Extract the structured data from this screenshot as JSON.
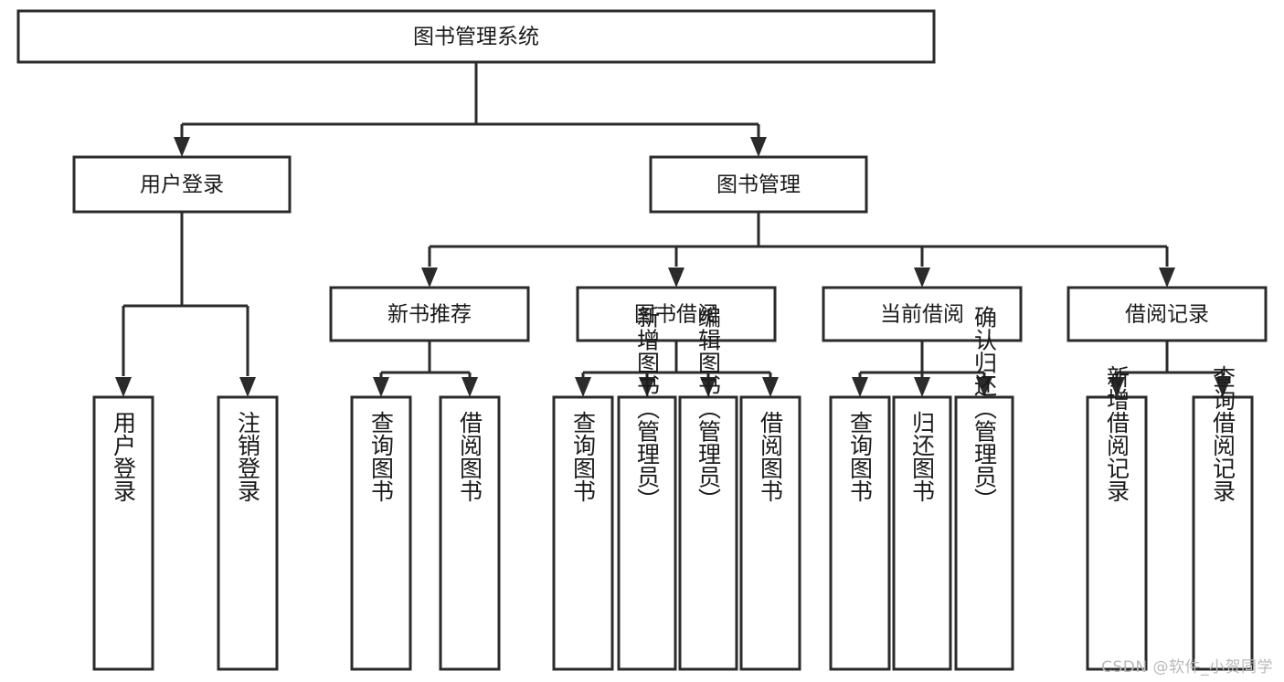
{
  "diagram": {
    "type": "tree-hierarchy",
    "title": "图书管理系统",
    "watermark": "CSDN @软件_小贺同学",
    "levels": {
      "root": {
        "label": "图书管理系统"
      },
      "level1": [
        {
          "id": "user-login",
          "label": "用户登录"
        },
        {
          "id": "book-management",
          "label": "图书管理"
        }
      ],
      "level2": [
        {
          "id": "new-book-recommend",
          "label": "新书推荐",
          "parent": "book-management"
        },
        {
          "id": "book-borrow",
          "label": "图书借阅",
          "parent": "book-management"
        },
        {
          "id": "current-borrow",
          "label": "当前借阅",
          "parent": "book-management"
        },
        {
          "id": "borrow-record",
          "label": "借阅记录",
          "parent": "book-management"
        }
      ],
      "leaves": {
        "user-login": [
          {
            "id": "leaf-user-login",
            "label": "用户登录"
          },
          {
            "id": "leaf-logout-login",
            "label": "注销登录"
          }
        ],
        "new-book-recommend": [
          {
            "id": "leaf-query-book-1",
            "label": "查询图书"
          },
          {
            "id": "leaf-borrow-book-1",
            "label": "借阅图书"
          }
        ],
        "book-borrow": [
          {
            "id": "leaf-query-book-2",
            "label": "查询图书"
          },
          {
            "id": "leaf-add-book",
            "label": "新增图书（管理员）"
          },
          {
            "id": "leaf-edit-book",
            "label": "编辑图书（管理员）"
          },
          {
            "id": "leaf-borrow-book-2",
            "label": "借阅图书"
          }
        ],
        "current-borrow": [
          {
            "id": "leaf-query-book-3",
            "label": "查询图书"
          },
          {
            "id": "leaf-return-book",
            "label": "归还图书"
          },
          {
            "id": "leaf-confirm-return",
            "label": "确认归还（管理员）"
          }
        ],
        "borrow-record": [
          {
            "id": "leaf-add-record",
            "label": "新增借阅记录"
          },
          {
            "id": "leaf-query-record",
            "label": "查询借阅记录"
          }
        ]
      }
    },
    "colors": {
      "stroke": "#2b2b2b",
      "fill": "#ffffff",
      "text": "#1a1a1a",
      "watermark": "#b9b9b9",
      "background": "#ffffff"
    }
  }
}
